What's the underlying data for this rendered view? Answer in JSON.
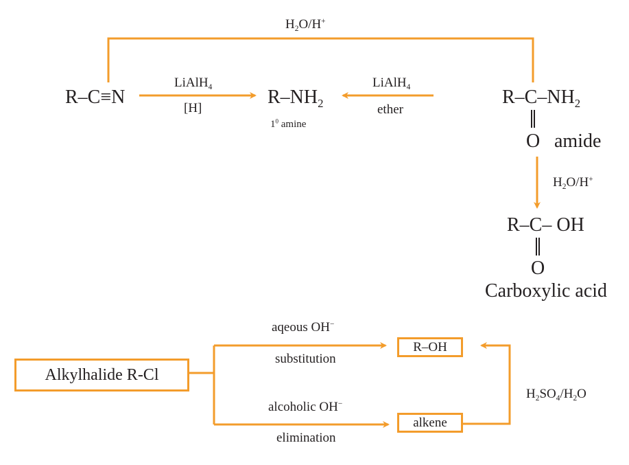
{
  "accent_color": "#f39c2b",
  "text_color": "#231f20",
  "top_scheme": {
    "top_reagent": {
      "main": "H",
      "sub": "2",
      "rest": "O/H",
      "sup": "+"
    },
    "nitrile": "R–C≡N",
    "reduction_reagent_top": {
      "main": "LiAlH",
      "sub": "4"
    },
    "reduction_reagent_bottom": "[H]",
    "amine": {
      "main": "R–NH",
      "sub": "2"
    },
    "amine_label": {
      "num": "1",
      "sup": "0",
      "rest": "amine"
    },
    "amide_reduction_top": {
      "main": "LiAlH",
      "sub": "4"
    },
    "amide_reduction_bottom": "ether",
    "amide": {
      "main": "R–C–NH",
      "sub": "2"
    },
    "amide_oxygen": "O",
    "amide_label": "amide",
    "hydrolysis_reagent": {
      "main": "H",
      "sub": "2",
      "rest": "O/H",
      "sup": "+"
    },
    "acid": "R–C– OH",
    "acid_oxygen": "O",
    "acid_label": "Carboxylic acid"
  },
  "bottom_scheme": {
    "start": "Alkylhalide R-Cl",
    "upper_reagent": {
      "main": "aqeous OH",
      "sup": "−"
    },
    "upper_type": "substitution",
    "lower_reagent": {
      "main": "alcoholic OH",
      "sup": "−"
    },
    "lower_type": "elimination",
    "alcohol": "R–OH",
    "alkene": "alkene",
    "hydration_reagent": {
      "p1": "H",
      "s1": "2",
      "p2": "SO",
      "s2": "4",
      "p3": "/H",
      "s3": "2",
      "p4": "O"
    }
  }
}
